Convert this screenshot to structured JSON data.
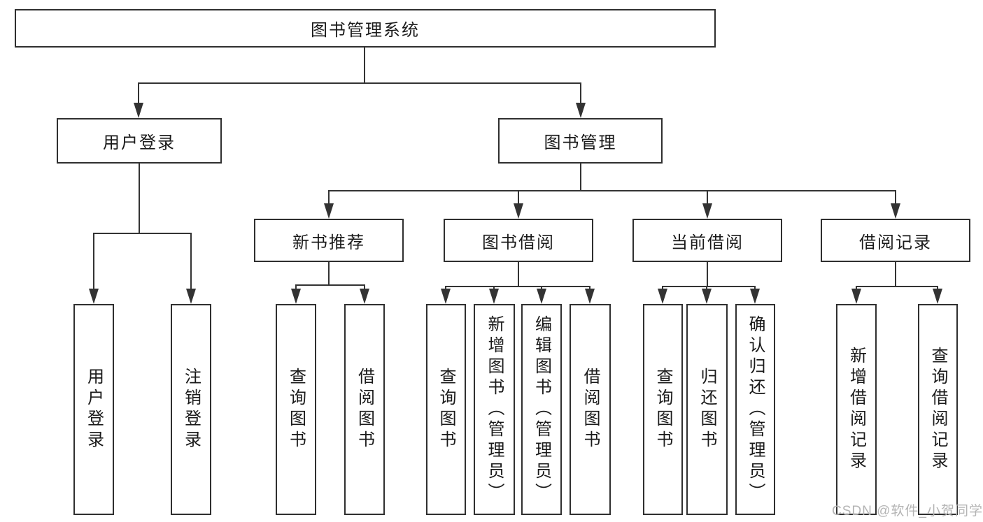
{
  "tree": {
    "root": {
      "label": "图书管理系统"
    },
    "level2": [
      {
        "label": "用户登录",
        "parent": "图书管理系统"
      },
      {
        "label": "图书管理",
        "parent": "图书管理系统"
      }
    ],
    "level3": [
      {
        "label": "新书推荐",
        "parent": "图书管理"
      },
      {
        "label": "图书借阅",
        "parent": "图书管理"
      },
      {
        "label": "当前借阅",
        "parent": "图书管理"
      },
      {
        "label": "借阅记录",
        "parent": "图书管理"
      }
    ],
    "leaves": [
      {
        "label": "用户登录",
        "parent": "用户登录"
      },
      {
        "label": "注销登录",
        "parent": "用户登录"
      },
      {
        "label": "查询图书",
        "parent": "新书推荐"
      },
      {
        "label": "借阅图书",
        "parent": "新书推荐"
      },
      {
        "label": "查询图书",
        "parent": "图书借阅"
      },
      {
        "label": "新增图书（管理员）",
        "parent": "图书借阅"
      },
      {
        "label": "编辑图书（管理员）",
        "parent": "图书借阅"
      },
      {
        "label": "借阅图书",
        "parent": "图书借阅"
      },
      {
        "label": "查询图书",
        "parent": "当前借阅"
      },
      {
        "label": "归还图书",
        "parent": "当前借阅"
      },
      {
        "label": "确认归还（管理员）",
        "parent": "当前借阅"
      },
      {
        "label": "新增借阅记录",
        "parent": "借阅记录"
      },
      {
        "label": "查询借阅记录",
        "parent": "借阅记录"
      }
    ]
  },
  "watermark": {
    "text": "CSDN @软件_小贺同学"
  },
  "colors": {
    "line": "#333333",
    "box_border": "#2f2f2f",
    "text": "#1a1a1a",
    "watermark": "#b4b4b4",
    "background": "#ffffff"
  }
}
